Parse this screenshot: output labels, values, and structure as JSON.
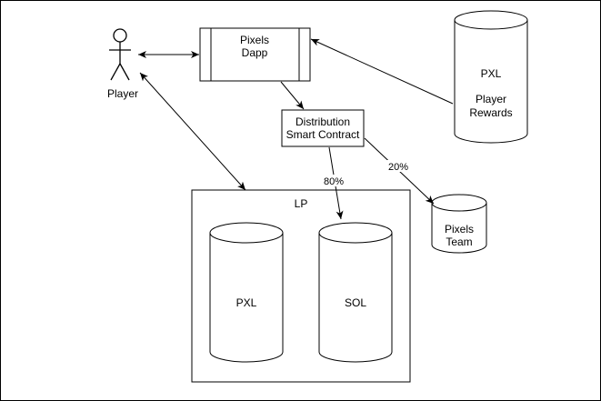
{
  "diagram": {
    "player": {
      "label": "Player"
    },
    "dapp": {
      "line1": "Pixels",
      "line2": "Dapp"
    },
    "rewards_db": {
      "line1": "PXL",
      "line2": "Player",
      "line3": "Rewards"
    },
    "distribution": {
      "line1": "Distribution",
      "line2": "Smart Contract"
    },
    "team_db": {
      "line1": "Pixels",
      "line2": "Team"
    },
    "lp": {
      "label": "LP",
      "pxl_label": "PXL",
      "sol_label": "SOL"
    },
    "edges": {
      "to_lp_pct": "80%",
      "to_team_pct": "20%"
    }
  }
}
